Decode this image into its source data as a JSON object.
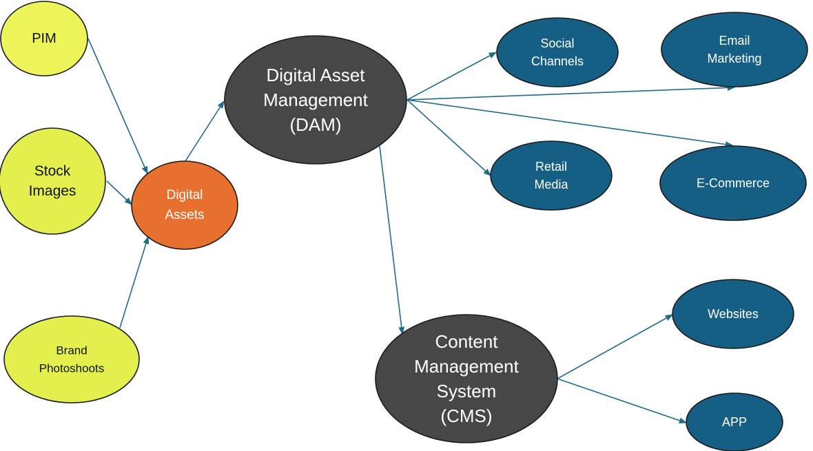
{
  "colors": {
    "source": "#eef55a",
    "source_alt": "#e3ef4d",
    "hub": "#e8702f",
    "core": "#474747",
    "channel": "#155f85",
    "edge": "#1f6b8a",
    "outline": "#1a1a1a",
    "text_dark": "#111111",
    "text_light": "#ffffff"
  },
  "nodes": [
    {
      "id": "pim",
      "name": "node-pim",
      "label": [
        "PIM"
      ],
      "role": "source"
    },
    {
      "id": "stock",
      "name": "node-stock-images",
      "label": [
        "Stock",
        "Images"
      ],
      "role": "source_alt"
    },
    {
      "id": "brand",
      "name": "node-brand-photoshoots",
      "label": [
        "Brand",
        "Photoshoots"
      ],
      "role": "source_alt"
    },
    {
      "id": "assets",
      "name": "node-digital-assets",
      "label": [
        "Digital",
        "Assets"
      ],
      "role": "hub"
    },
    {
      "id": "dam",
      "name": "node-dam",
      "label": [
        "Digital Asset",
        "Management",
        "(DAM)"
      ],
      "role": "core"
    },
    {
      "id": "cms",
      "name": "node-cms",
      "label": [
        "Content",
        "Management",
        "System",
        "(CMS)"
      ],
      "role": "core"
    },
    {
      "id": "social",
      "name": "node-social-channels",
      "label": [
        "Social",
        "Channels"
      ],
      "role": "channel"
    },
    {
      "id": "email",
      "name": "node-email-marketing",
      "label": [
        "Email",
        "Marketing"
      ],
      "role": "channel"
    },
    {
      "id": "retail",
      "name": "node-retail-media",
      "label": [
        "Retail",
        "Media"
      ],
      "role": "channel"
    },
    {
      "id": "ecom",
      "name": "node-e-commerce",
      "label": [
        "E-Commerce"
      ],
      "role": "channel"
    },
    {
      "id": "web",
      "name": "node-websites",
      "label": [
        "Websites"
      ],
      "role": "channel"
    },
    {
      "id": "app",
      "name": "node-app",
      "label": [
        "APP"
      ],
      "role": "channel"
    }
  ],
  "edges": [
    {
      "from": "pim",
      "to": "assets"
    },
    {
      "from": "stock",
      "to": "assets"
    },
    {
      "from": "brand",
      "to": "assets"
    },
    {
      "from": "assets",
      "to": "dam"
    },
    {
      "from": "dam",
      "to": "social"
    },
    {
      "from": "dam",
      "to": "email"
    },
    {
      "from": "dam",
      "to": "retail"
    },
    {
      "from": "dam",
      "to": "ecom"
    },
    {
      "from": "dam",
      "to": "cms"
    },
    {
      "from": "cms",
      "to": "web"
    },
    {
      "from": "cms",
      "to": "app"
    }
  ]
}
